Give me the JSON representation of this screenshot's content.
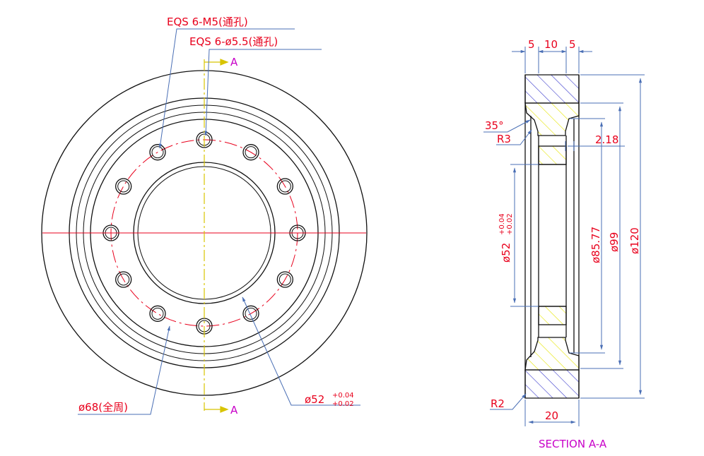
{
  "front_view": {
    "callout_tapped_holes": "EQS 6-M5(通孔)",
    "callout_through_holes": "EQS 6-ø5.5(通孔)",
    "section_mark_top": "A",
    "section_mark_bottom": "A",
    "pcd_label": "ø68(全周)",
    "bore_label": "ø52",
    "bore_tol_upper": "+0.04",
    "bore_tol_lower": "+0.02"
  },
  "section_view": {
    "dim_top_left": "5",
    "dim_top_mid": "10",
    "dim_top_right": "5",
    "angle_label": "35°",
    "radius_small": "R3",
    "dim_step": "2.18",
    "dim_bore": "ø52",
    "dim_bore_tol_upper": "+0.04",
    "dim_bore_tol_lower": "+0.02",
    "dim_hub": "ø85.77",
    "dim_mid": "ø99",
    "dim_outer": "ø120",
    "radius_bottom": "R2",
    "dim_width": "20",
    "title": "SECTION A-A"
  },
  "colors": {
    "outline": "#111111",
    "centerline": "#e8001c",
    "dimension": "#4a6fb5",
    "section_line": "#d8c400",
    "hatch_blue": "#3a3acc",
    "hatch_yellow": "#e6e600",
    "title": "#c800c8"
  }
}
